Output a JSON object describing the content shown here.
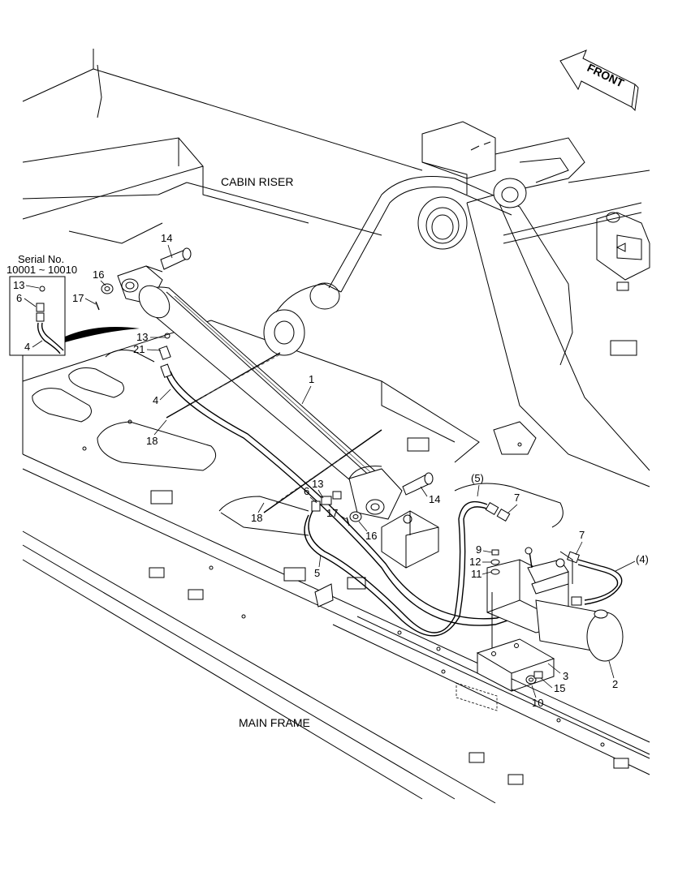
{
  "labels": {
    "cabin_riser": "CABIN RISER",
    "main_frame": "MAIN FRAME",
    "front": "FRONT",
    "serial_title": "Serial No.",
    "serial_range": "10001 ~ 10010"
  },
  "inset_parts": [
    "13",
    "6",
    "4"
  ],
  "callouts": {
    "p1": "1",
    "p2": "2",
    "p3": "3",
    "p4_left": "4",
    "p4_paren": "(4)",
    "p5": "5",
    "p5_paren": "(5)",
    "p6": "6",
    "p7_a": "7",
    "p7_b": "7",
    "p9": "9",
    "p10": "10",
    "p11": "11",
    "p12": "12",
    "p13_top": "13",
    "p13_mid": "13",
    "p14_top": "14",
    "p14_right": "14",
    "p15": "15",
    "p16_top": "16",
    "p16_low": "16",
    "p17_top": "17",
    "p17_low": "17",
    "p18_top": "18",
    "p18_low": "18",
    "p21": "21"
  }
}
